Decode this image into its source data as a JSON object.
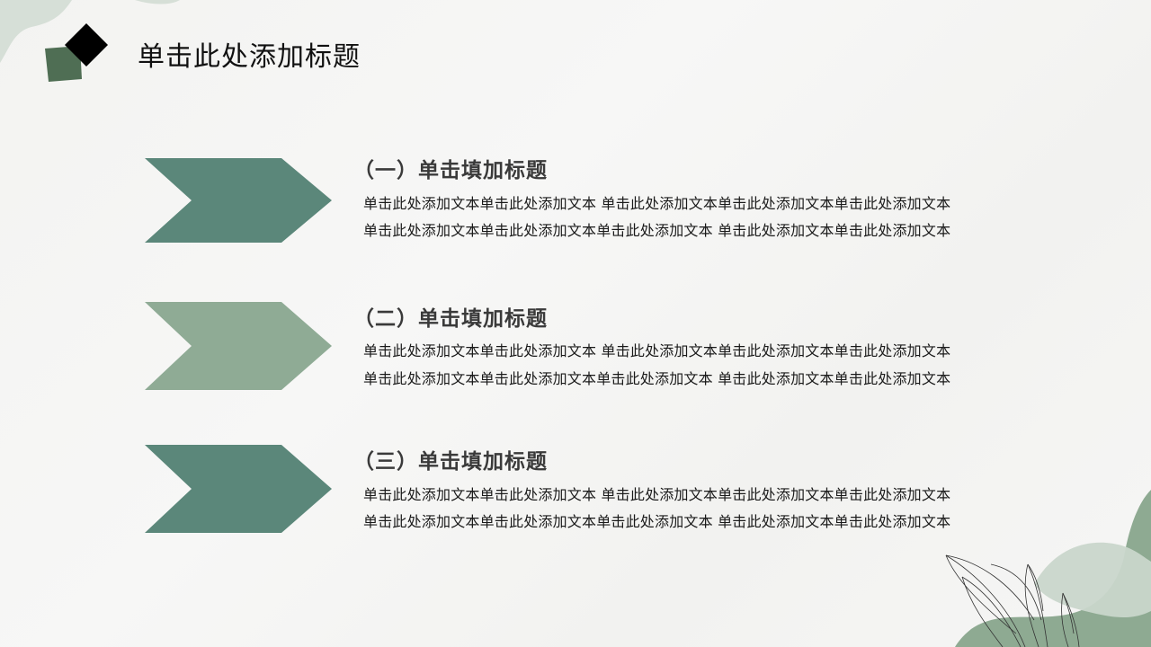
{
  "slide": {
    "title": "单击此处添加标题",
    "colors": {
      "dark_green": "#5b877a",
      "light_green": "#8fab95",
      "square_green": "#4f6e54",
      "diamond": "#000000",
      "blob_light": "#c9d6cb",
      "blob_mid": "#8eaa92"
    },
    "sections": [
      {
        "heading": "（一）单击填加标题",
        "lines": [
          "单击此处添加文本单击此处添加文本 单击此处添加文本单击此处添加文本单击此处添加文本",
          "单击此处添加文本单击此处添加文本单击此处添加文本 单击此处添加文本单击此处添加文本"
        ]
      },
      {
        "heading": "（二）单击填加标题",
        "lines": [
          "单击此处添加文本单击此处添加文本 单击此处添加文本单击此处添加文本单击此处添加文本",
          "单击此处添加文本单击此处添加文本单击此处添加文本 单击此处添加文本单击此处添加文本"
        ]
      },
      {
        "heading": "（三）单击填加标题",
        "lines": [
          "单击此处添加文本单击此处添加文本 单击此处添加文本单击此处添加文本单击此处添加文本",
          "单击此处添加文本单击此处添加文本单击此处添加文本 单击此处添加文本单击此处添加文本"
        ]
      }
    ]
  }
}
